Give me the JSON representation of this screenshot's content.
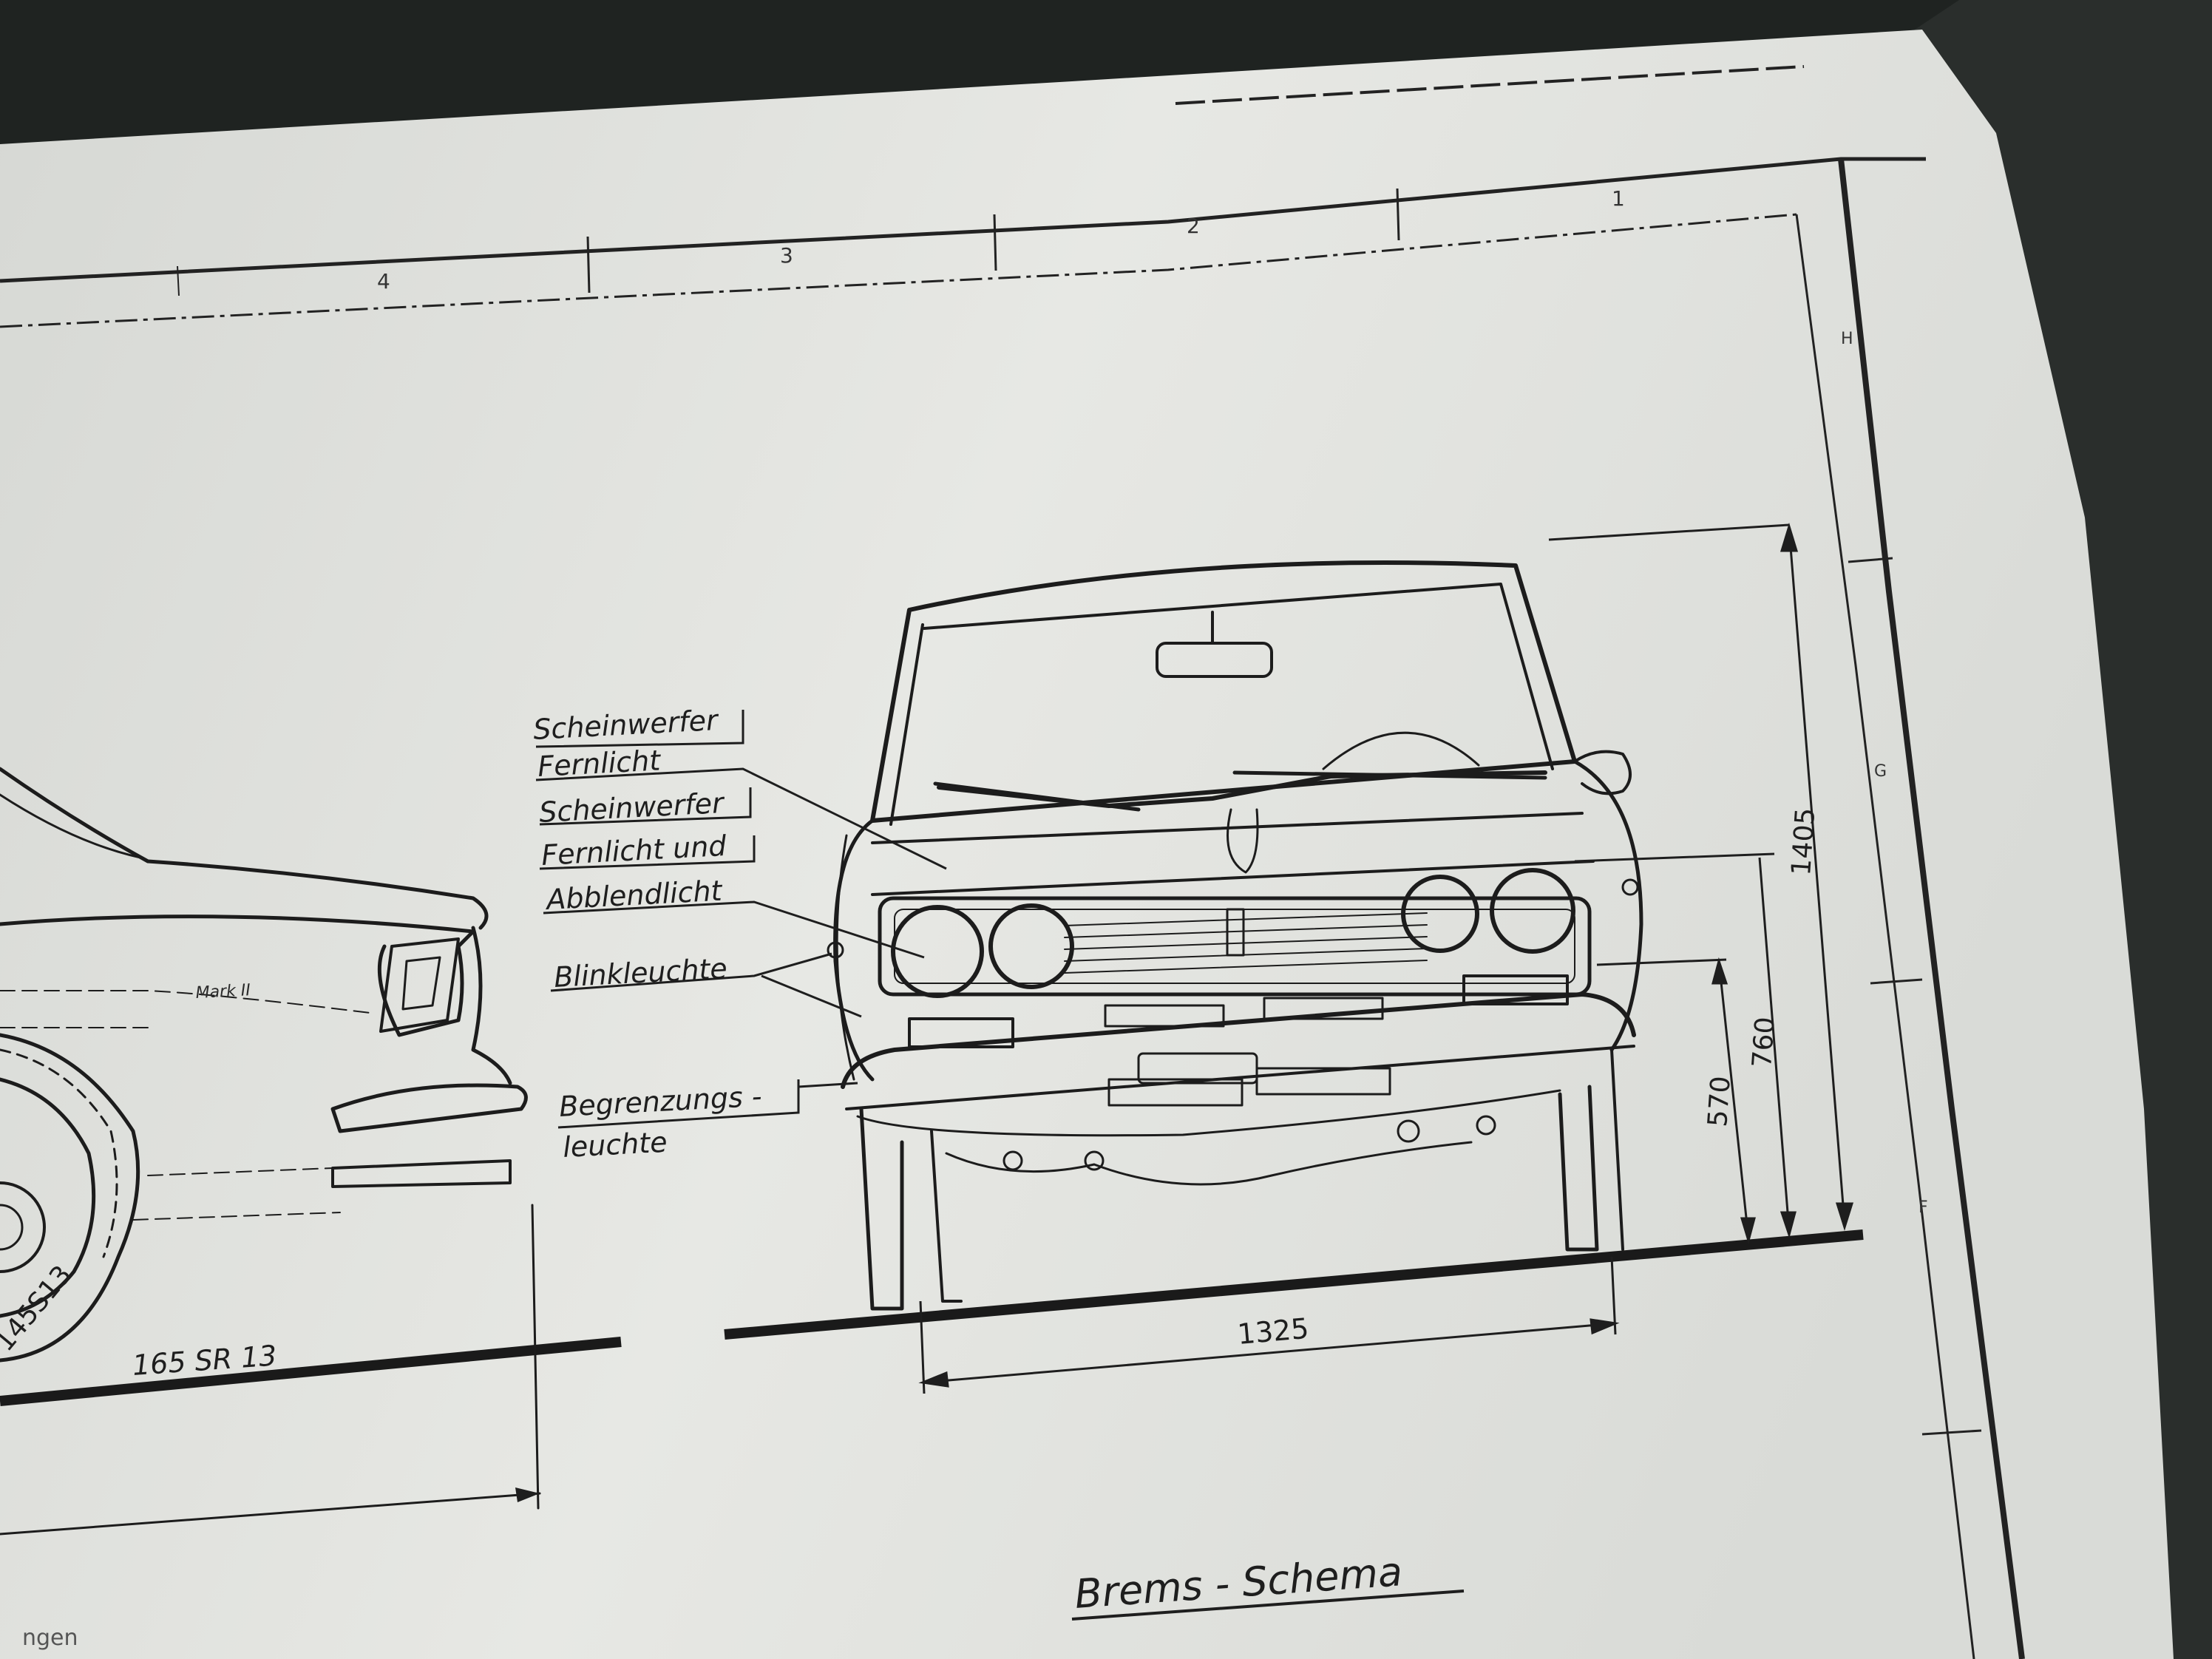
{
  "title_block": {
    "zones": [
      "1",
      "2",
      "3",
      "4"
    ],
    "side_marks": [
      "H",
      "G",
      "F"
    ]
  },
  "callouts": {
    "high_beam": [
      "Scheinwerfer",
      "Fernlicht"
    ],
    "high_low_beam": [
      "Scheinwerfer",
      "Fernlicht und",
      "Abblendlicht"
    ],
    "turn_signal": [
      "Blinkleuchte"
    ],
    "side_marker": [
      "Begrenzungs -",
      "leuchte"
    ]
  },
  "dimensions": {
    "track_width": "1325",
    "overall_height": "1405",
    "headlight_height": "760",
    "bumper_height": "570"
  },
  "side_view": {
    "tire_size": "165 SR 13",
    "tire_sidewall": "145S13",
    "badge": "Mark II"
  },
  "section_title": "Brems - Schema",
  "corner_fragment": "ngen"
}
